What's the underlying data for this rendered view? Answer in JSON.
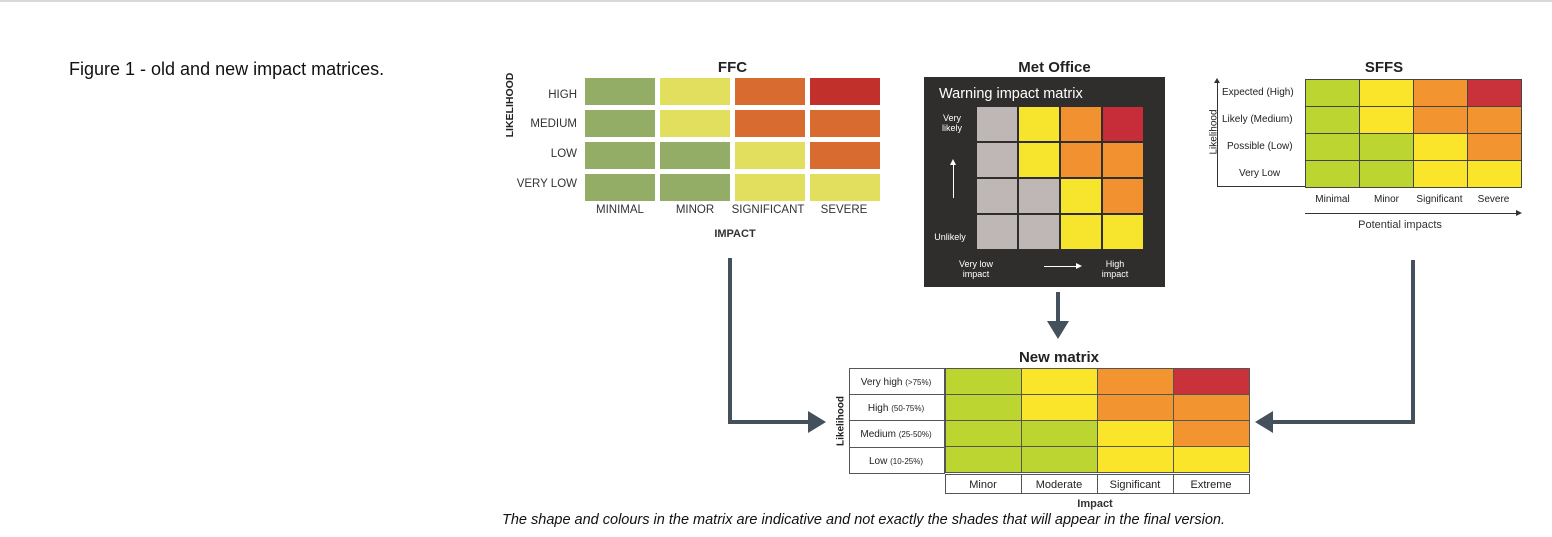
{
  "figure_label": "Figure 1 - old and new impact matrices.",
  "colors": {
    "ffc_green": "#93ad66",
    "ffc_yellow": "#e3df5e",
    "ffc_orange": "#d86c30",
    "ffc_red": "#c1302b",
    "met_grey": "#bfb7b5",
    "met_yellow": "#f7e42d",
    "met_orange": "#f1912f",
    "met_red": "#c62d39",
    "sffs_green": "#bcd530",
    "sffs_yellow": "#fbe52a",
    "sffs_orange": "#f29531",
    "sffs_red": "#c9313b",
    "connector": "#45505d"
  },
  "ffc": {
    "title": "FFC",
    "y_axis_label": "LIKELIHOOD",
    "x_axis_label": "IMPACT",
    "rows": [
      "HIGH",
      "MEDIUM",
      "LOW",
      "VERY  LOW"
    ],
    "columns": [
      "MINIMAL",
      "MINOR",
      "SIGNIFICANT",
      "SEVERE"
    ],
    "cells": [
      [
        "green",
        "yellow",
        "orange",
        "red"
      ],
      [
        "green",
        "yellow",
        "orange",
        "orange"
      ],
      [
        "green",
        "green",
        "yellow",
        "orange"
      ],
      [
        "green",
        "green",
        "yellow",
        "yellow"
      ]
    ]
  },
  "met": {
    "title": "Met Office",
    "caption": "Warning impact matrix",
    "label_top": "Very likely",
    "label_bottom": "Unlikely",
    "label_low": "Very low impact",
    "label_high": "High impact",
    "cells": [
      [
        "grey",
        "yellow",
        "orange",
        "red"
      ],
      [
        "grey",
        "yellow",
        "orange",
        "orange"
      ],
      [
        "grey",
        "grey",
        "yellow",
        "orange"
      ],
      [
        "grey",
        "grey",
        "yellow",
        "yellow"
      ]
    ]
  },
  "sffs": {
    "title": "SFFS",
    "y_axis_label": "Likelihood",
    "x_axis_label": "Potential  impacts",
    "rows": [
      "Expected  (High)",
      "Likely (Medium)",
      "Possible  (Low)",
      "Very Low"
    ],
    "columns": [
      "Minimal",
      "Minor",
      "Significant",
      "Severe"
    ],
    "cells": [
      [
        "green",
        "yellow",
        "orange",
        "red"
      ],
      [
        "green",
        "yellow",
        "orange",
        "orange"
      ],
      [
        "green",
        "green",
        "yellow",
        "orange"
      ],
      [
        "green",
        "green",
        "yellow",
        "yellow"
      ]
    ]
  },
  "new": {
    "title": "New matrix",
    "y_axis_label": "Likelihood",
    "x_axis_label": "Impact",
    "rows": [
      {
        "name": "Very  high",
        "range": "(>75%)"
      },
      {
        "name": "High",
        "range": "(50-75%)"
      },
      {
        "name": "Medium",
        "range": "(25-50%)"
      },
      {
        "name": "Low",
        "range": "(10-25%)"
      }
    ],
    "columns": [
      "Minor",
      "Moderate",
      "Significant",
      "Extreme"
    ],
    "cells": [
      [
        "green",
        "yellow",
        "orange",
        "red"
      ],
      [
        "green",
        "yellow",
        "orange",
        "orange"
      ],
      [
        "green",
        "green",
        "yellow",
        "orange"
      ],
      [
        "green",
        "green",
        "yellow",
        "yellow"
      ]
    ]
  },
  "note": "The shape and colours in the matrix are indicative and not exactly the shades that will appear in the final version."
}
